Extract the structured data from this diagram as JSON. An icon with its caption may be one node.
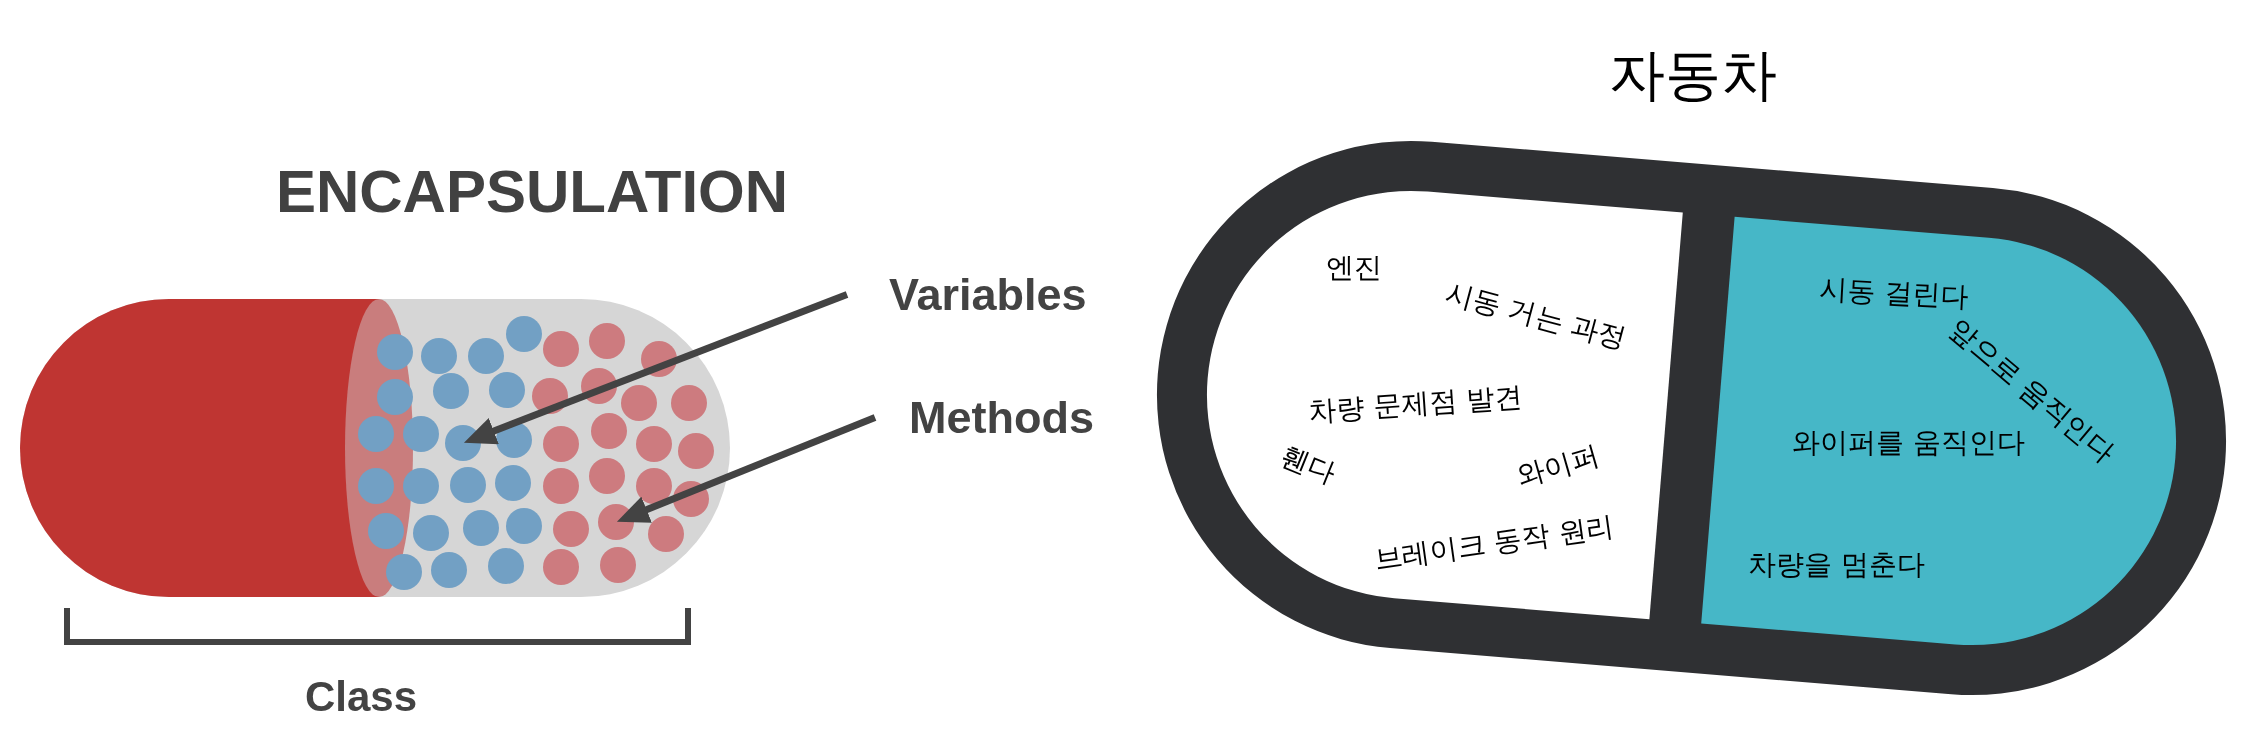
{
  "diagram": {
    "nodes": [
      {
        "text": [
          "ENCAPSULATION"
        ],
        "beside": [
          "Class"
        ]
      },
      {
        "text": [],
        "shape": "circle",
        "in": 0
      },
      {
        "text": [],
        "shape": "circle",
        "in": 0
      },
      {
        "text": [],
        "shape": "circle",
        "in": 0
      },
      {
        "text": [],
        "shape": "circle",
        "in": 0
      },
      {
        "text": [],
        "shape": "circle",
        "in": 0
      },
      {
        "text": [],
        "shape": "circle",
        "in": 0
      },
      {
        "text": [],
        "shape": "circle",
        "in": 0
      },
      {
        "text": [],
        "shape": "circle",
        "in": 0
      },
      {
        "text": [],
        "shape": "circle",
        "in": 0
      },
      {
        "text": [],
        "shape": "circle",
        "in": 0
      },
      {
        "text": [],
        "shape": "circle",
        "in": 0
      },
      {
        "text": [],
        "shape": "circle",
        "in": 0
      },
      {
        "text": [],
        "shape": "circle",
        "in": 0
      },
      {
        "text": [],
        "shape": "circle",
        "in": 0
      },
      {
        "text": [],
        "shape": "circle",
        "in": 0
      },
      {
        "text": [],
        "shape": "circle",
        "in": 0
      },
      {
        "text": [],
        "shape": "circle",
        "in": 0
      },
      {
        "text": [],
        "shape": "circle",
        "in": 0
      },
      {
        "text": [],
        "shape": "circle",
        "in": 0
      },
      {
        "text": [],
        "shape": "circle",
        "in": 0
      },
      {
        "text": [],
        "shape": "circle",
        "in": 0
      },
      {
        "text": [],
        "shape": "circle",
        "in": 0
      },
      {
        "text": [],
        "shape": "circle",
        "in": 0
      },
      {
        "text": [],
        "shape": "circle",
        "in": 0
      },
      {
        "text": [],
        "shape": "circle",
        "in": 0
      },
      {
        "text": [],
        "shape": "circle",
        "in": 0
      },
      {
        "text": [],
        "shape": "circle",
        "in": 0
      },
      {
        "text": [],
        "shape": "circle",
        "in": 0
      },
      {
        "text": [],
        "shape": "circle",
        "in": 0
      },
      {
        "text": [],
        "shape": "circle",
        "in": 0
      },
      {
        "text": [],
        "shape": "circle",
        "in": 0
      },
      {
        "text": [],
        "shape": "circle",
        "in": 0
      },
      {
        "text": [],
        "shape": "circle",
        "in": 0
      },
      {
        "text": [],
        "shape": "circle",
        "in": 0
      },
      {
        "text": [],
        "shape": "circle",
        "in": 0
      },
      {
        "text": [],
        "shape": "circle",
        "in": 0
      },
      {
        "text": [],
        "shape": "circle",
        "in": 0
      },
      {
        "text": [],
        "shape": "circle",
        "in": 0
      },
      {
        "text": [],
        "shape": "circle",
        "in": 0
      },
      {
        "text": [],
        "shape": "circle",
        "in": 0
      },
      {
        "text": [],
        "shape": "circle",
        "in": 0
      },
      {
        "text": [],
        "shape": "circle",
        "in": 0
      },
      {
        "text": [
          "Variables"
        ]
      },
      {
        "text": [
          "Methods"
        ]
      },
      {
        "text": [
          "자동차"
        ]
      },
      {
        "text": [
          "엔진",
          "시동 거는 과정",
          "차량 문제점 발견",
          "휀다",
          "와이퍼",
          "브레이크 동작 원리"
        ],
        "in": 45
      },
      {
        "text": [
          "시동 걸린다",
          "앞으로 움직인다",
          "와이퍼를 움직인다",
          "차량을 멈춘다"
        ],
        "in": 45
      }
    ],
    "edges": [
      {
        "from": 43,
        "to": 13,
        "arrow": "to"
      },
      {
        "from": 44,
        "to": 33,
        "arrow": "to"
      }
    ]
  }
}
